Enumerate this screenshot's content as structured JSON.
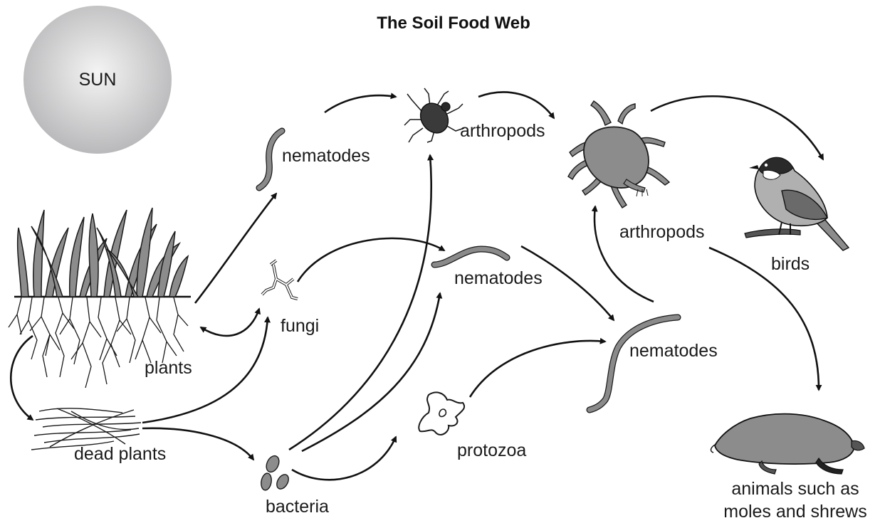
{
  "title": "The Soil Food Web",
  "sun_label": "SUN",
  "labels": {
    "nematodes_top": "nematodes",
    "arthropods_small": "arthropods",
    "arthropods_large": "arthropods",
    "birds": "birds",
    "nematodes_middle": "nematodes",
    "fungi": "fungi",
    "plants": "plants",
    "nematodes_right": "nematodes",
    "dead_plants": "dead plants",
    "bacteria": "bacteria",
    "protozoa": "protozoa",
    "animals_line1": "animals such as",
    "animals_line2": "moles and shrews"
  },
  "colors": {
    "sun_center": "#f4f4f4",
    "sun_edge": "#b9b9bb",
    "organism_fill": "#8c8c8c",
    "line": "#111111"
  }
}
